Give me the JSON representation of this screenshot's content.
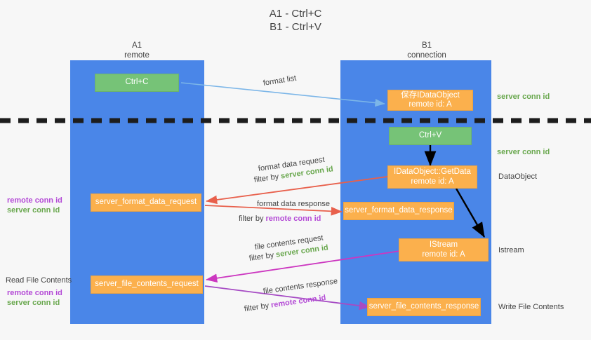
{
  "title": {
    "line1": "A1 - Ctrl+C",
    "line2": "B1 - Ctrl+V"
  },
  "lanes": [
    {
      "id": "a1",
      "name": "A1",
      "role": "remote",
      "color": "#4a86e8"
    },
    {
      "id": "b1",
      "name": "B1",
      "role": "connection",
      "color": "#4a86e8"
    }
  ],
  "colors": {
    "lane": "#4a86e8",
    "green_box": "#76c377",
    "orange_box": "#fbb04d",
    "server_conn_id": "#6aa84f",
    "remote_conn_id": "#b44bd6",
    "arrow_blue": "#7cb6e8",
    "arrow_red": "#e8604c",
    "arrow_magenta": "#cc37c0",
    "arrow_purple": "#a64bc4",
    "arrow_black": "#000000",
    "separator": "#1d1d1d",
    "text": "#434343"
  },
  "boxes": {
    "ctrl_c": {
      "label": "Ctrl+C",
      "style": "green"
    },
    "save_idataobject": {
      "line1": "保存IDataObject",
      "line2": "remote id: A",
      "style": "orange"
    },
    "ctrl_v": {
      "label": "Ctrl+V",
      "style": "green"
    },
    "getdata": {
      "line1": "IDataObject::GetData",
      "line2": "remote id: A",
      "style": "orange"
    },
    "server_format_data_request": {
      "label": "server_format_data_request",
      "style": "orange"
    },
    "server_format_data_response": {
      "label": "server_format_data_response",
      "style": "orange"
    },
    "istream": {
      "line1": "IStream",
      "line2": "remote id: A",
      "style": "orange"
    },
    "server_file_contents_request": {
      "label": "server_file_contents_request",
      "style": "orange"
    },
    "server_file_contents_response": {
      "label": "server_file_contents_response",
      "style": "orange"
    }
  },
  "edge_labels": {
    "format_list": "format list",
    "format_data_request": "format data request",
    "format_data_request_filter_prefix": "filter by ",
    "format_data_request_filter_value": "server conn id",
    "format_data_response": "format data response",
    "format_data_response_filter_prefix": "filter by ",
    "format_data_response_filter_value": "remote conn id",
    "file_contents_request": "file contents request",
    "file_contents_request_filter_prefix": "filter by ",
    "file_contents_request_filter_value": "server conn id",
    "file_contents_response": "file contents response",
    "file_contents_response_filter_prefix": "filter by ",
    "file_contents_response_filter_value": "remote conn id"
  },
  "right_labels": {
    "server_conn_id_top": "server conn id",
    "server_conn_id_mid": "server conn id",
    "dataobject": "DataObject",
    "istream": "Istream",
    "write_file_contents": "Write File Contents"
  },
  "left_labels": {
    "group1_remote": "remote conn id",
    "group1_server": "server conn id",
    "read_file_contents": "Read File Contents",
    "group2_remote": "remote conn id",
    "group2_server": "server conn id"
  }
}
